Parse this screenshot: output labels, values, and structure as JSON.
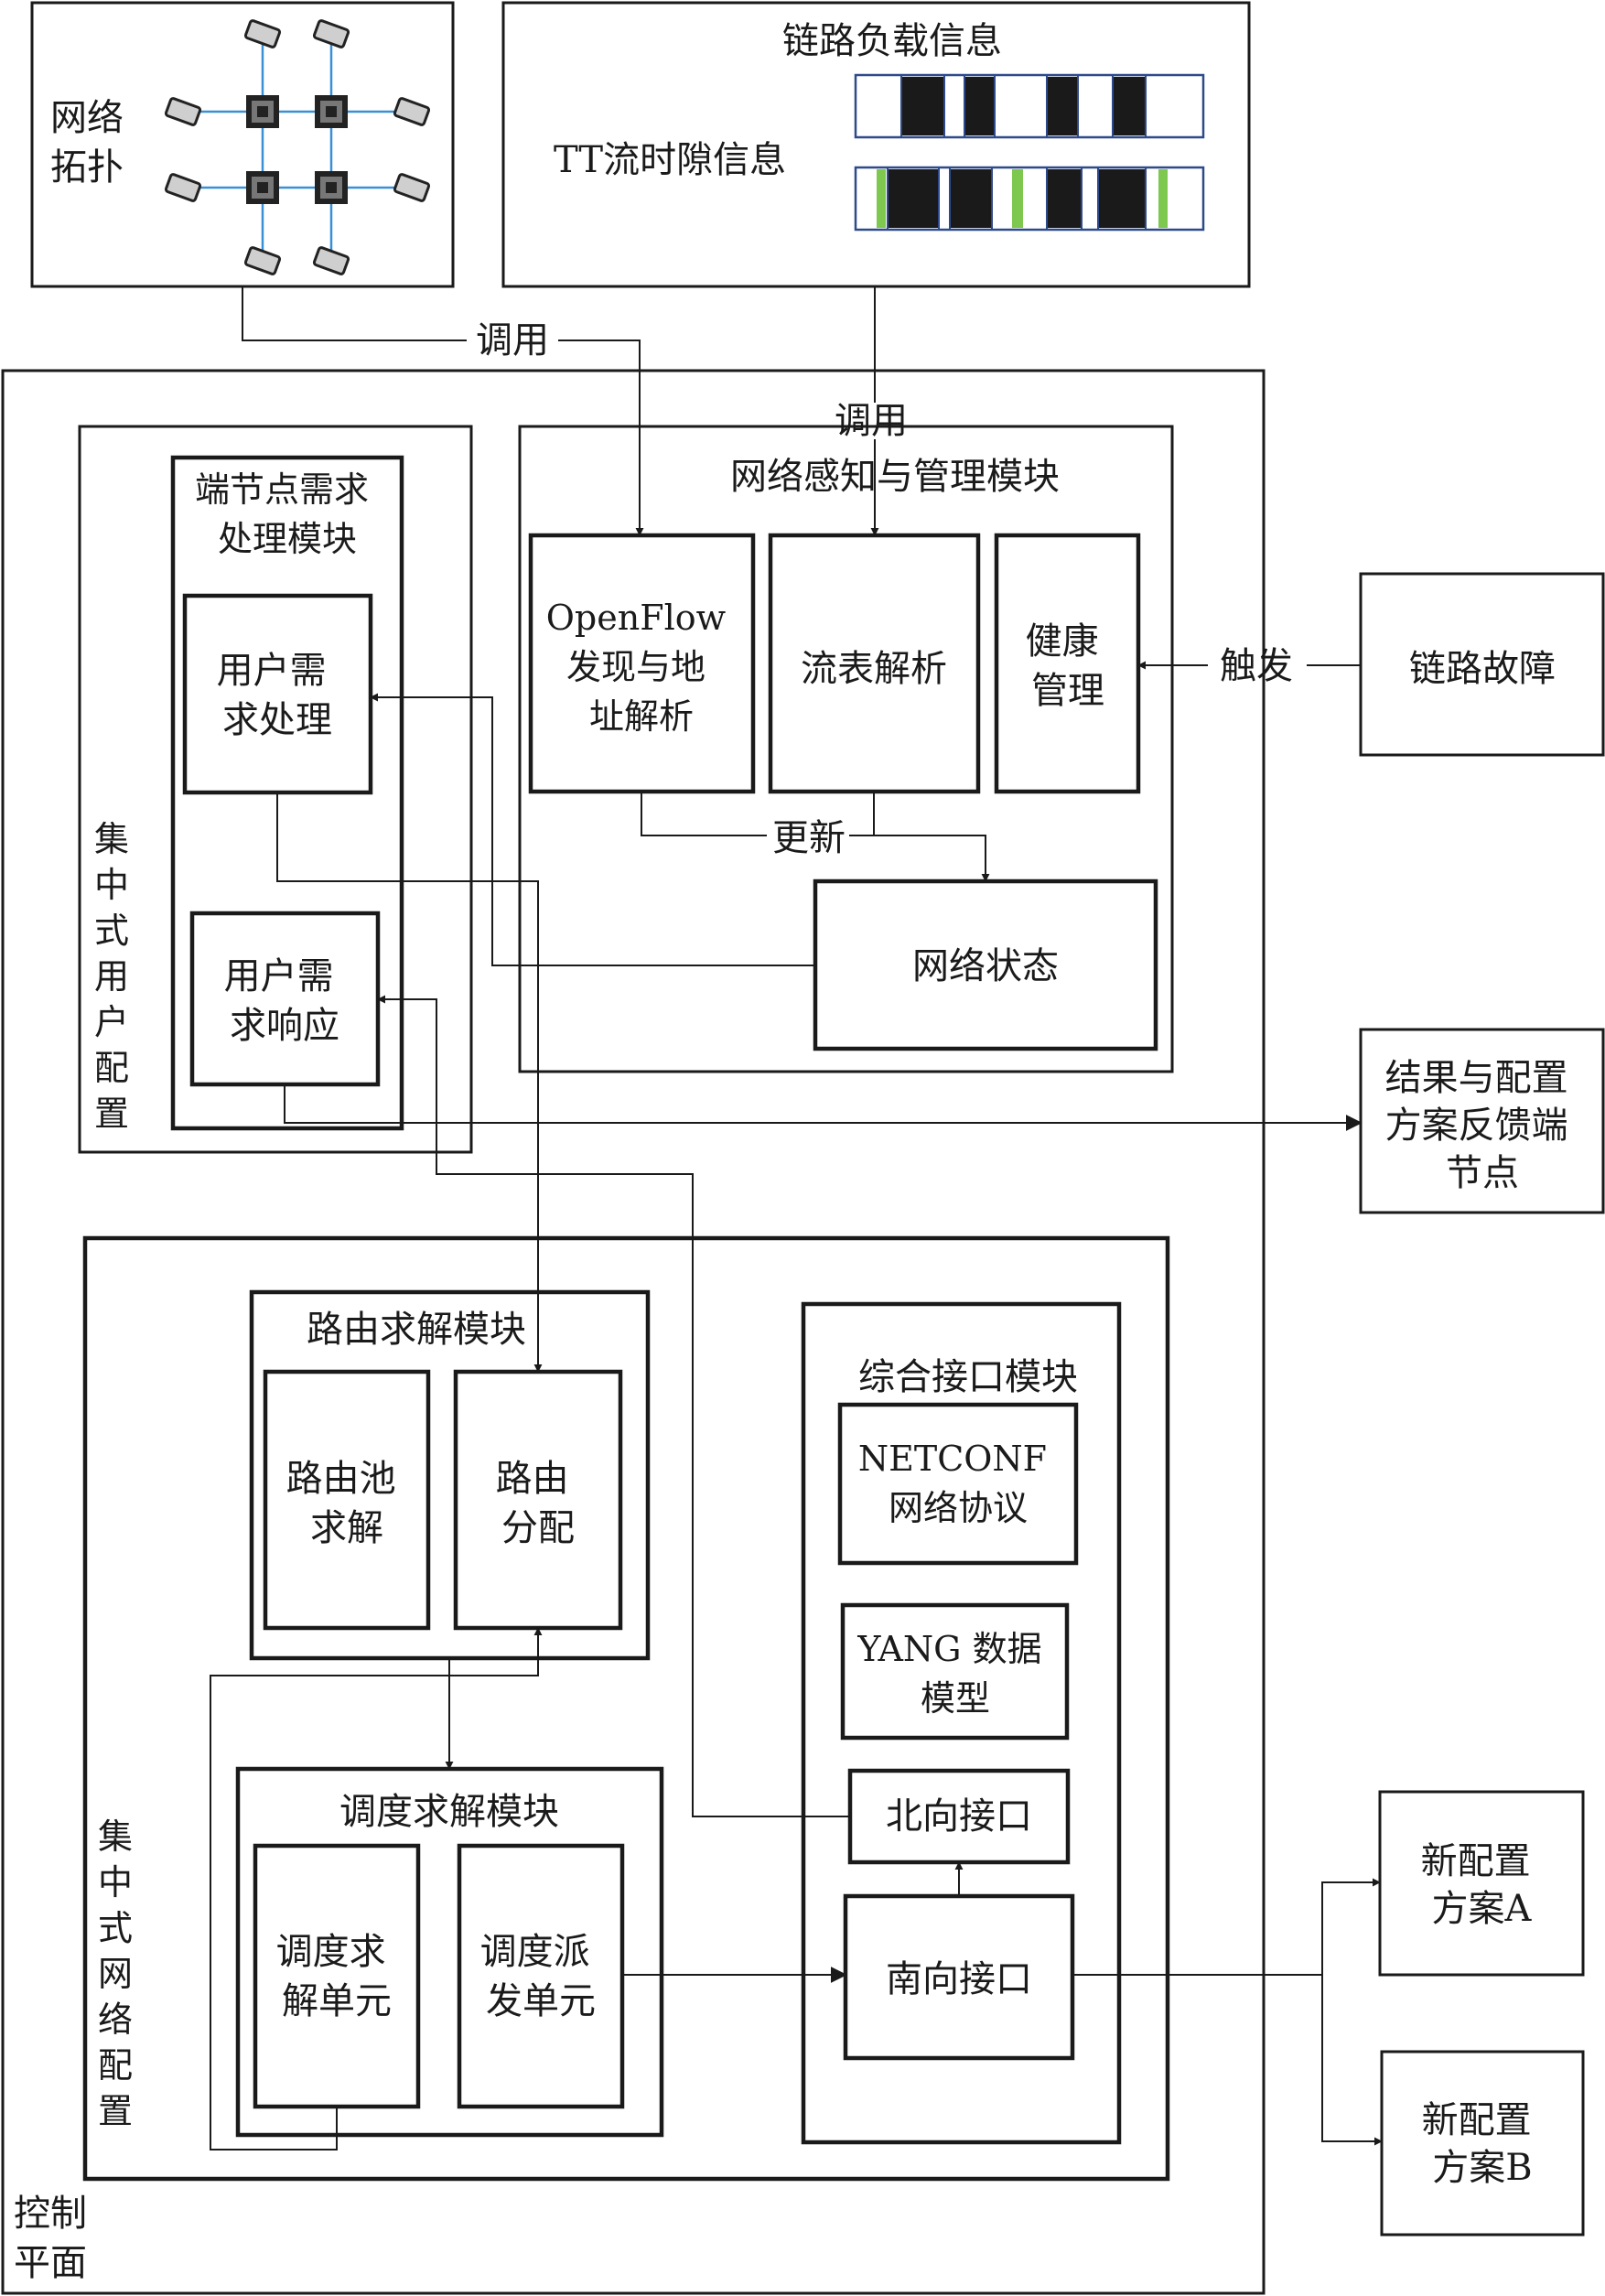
{
  "top": {
    "topology_label": [
      "网络",
      "拓扑"
    ],
    "link_load_title": "链路负载信息",
    "tt_slot_title": "TT流时隙信息",
    "call_label_left": "调用",
    "call_label_right": "调用",
    "slot_colors": {
      "occupied": "#1a1a1a",
      "tt": "#7ec850",
      "frame": "#2e4a8a"
    }
  },
  "control_plane": {
    "label": [
      "控制",
      "平面"
    ],
    "user_config": {
      "label": [
        "集",
        "中",
        "式",
        "用",
        "户",
        "配",
        "置"
      ],
      "end_node_module": {
        "title": [
          "端节点需求",
          "处理模块"
        ],
        "user_demand_processing": [
          "用户需",
          "求处理"
        ],
        "user_demand_response": [
          "用户需",
          "求响应"
        ]
      }
    },
    "network_mgmt": {
      "title": "网络感知与管理模块",
      "openflow": [
        "OpenFlow",
        "发现与地",
        "址解析"
      ],
      "flow_table": "流表解析",
      "health": [
        "健康",
        "管理"
      ],
      "update_label": "更新",
      "network_state": "网络状态"
    },
    "network_config": {
      "label": [
        "集",
        "中",
        "式",
        "网",
        "络",
        "配",
        "置"
      ],
      "routing_module": {
        "title": "路由求解模块",
        "pool": [
          "路由池",
          "求解"
        ],
        "assign": [
          "路由",
          "分配"
        ]
      },
      "scheduling_module": {
        "title": "调度求解模块",
        "solve_unit": [
          "调度求",
          "解单元"
        ],
        "dispatch_unit": [
          "调度派",
          "发单元"
        ]
      },
      "interface_module": {
        "title": "综合接口模块",
        "netconf": [
          "NETCONF",
          "网络协议"
        ],
        "yang": [
          "YANG 数据",
          "模型"
        ],
        "northbound": "北向接口",
        "southbound": "南向接口"
      }
    }
  },
  "external": {
    "link_failure": "链路故障",
    "trigger_label": "触发",
    "feedback": [
      "结果与配置",
      "方案反馈端",
      "节点"
    ],
    "config_a": [
      "新配置",
      "方案A"
    ],
    "config_b": [
      "新配置",
      "方案B"
    ]
  }
}
